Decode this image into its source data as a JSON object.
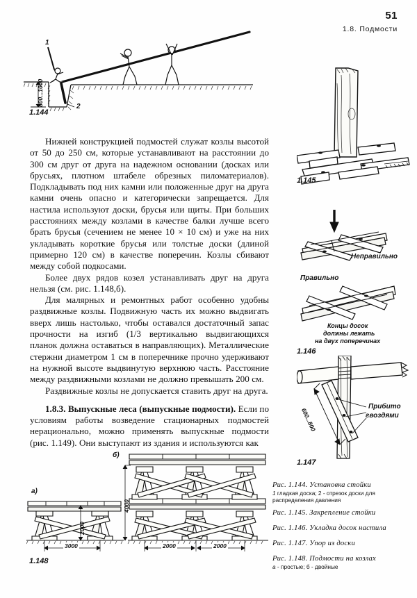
{
  "header": {
    "page_number": "51",
    "running_head": "1.8.  Подмости"
  },
  "body": {
    "paragraphs": [
      "Нижней конструкцией подмостей служат козлы высотой от 50 до 250 см, которые устанавливают на расстоянии до 300 см друг от друга на надежном основании (досках или брусьях, плотном штабеле обрезных пиломатериалов). Подкладывать под них камни или положенные друг на друга камни очень опасно и категорически запрещается. Для настила используют доски, брусья или щиты. При больших расстояниях между козлами в качестве балки лучше всего брать брусья (сечением не менее 10 × 10 см) и уже на них укладывать короткие брусья или толстые доски (длиной примерно 120 см) в качестве поперечин. Козлы сбивают между собой подкосами.",
      "Более двух рядов козел устанавливать друг на друга нельзя (см. рис. 1.148,б).",
      "Для малярных и ремонтных работ особенно удобны раздвижные козлы. Подвижную часть их можно выдвигать вверх лишь настолько, чтобы оставался достаточный запас прочности на изгиб (1/3 вертикально выдвигающихся планок должна оставаться в направляющих). Металлические стержни диаметром 1 см в поперечнике прочно удерживают на нужной высоте выдвинутую верхнюю часть. Расстояние между раздвижными козлами не должно превышать  200 см.",
      "Раздвижные козлы не допускается ставить друг на друга."
    ],
    "section": {
      "heading": "1.8.3. Выпускные леса (выпускные подмости).",
      "text": " Если по условиям работы возведение стационарных подмостей нерационально, можно применять выпускные подмости (рис. 1.149). Они выступают из здания и используются как"
    }
  },
  "figures": {
    "f1144": {
      "number": "1.144",
      "callout_1": "1",
      "callout_2": "2",
      "dimension": "800...1000"
    },
    "f1145": {
      "number": "1.145"
    },
    "f1146": {
      "number": "1.146",
      "label_wrong": "Неправильно",
      "label_right": "Правильно",
      "note_line1": "Концы досок",
      "note_line2": "должны лежать",
      "note_line3": "на двух поперечинах"
    },
    "f1147": {
      "number": "1.147",
      "dimension": "600...800",
      "note_line1": "Прибито",
      "note_line2": "гвоздями"
    },
    "f1148": {
      "number": "1.148",
      "label_a": "а)",
      "label_b": "б)",
      "dim_a_height": "2000",
      "dim_a_width": "3000",
      "dim_b_height": "4000",
      "dim_b_width_left": "2000",
      "dim_b_width_right": "2000"
    }
  },
  "captions": [
    {
      "title": "Рис. 1.144.  Установка стойки",
      "sub_a": "1",
      "sub_b": " гладкая доска; 2 - отрезок доски для распределения давления"
    },
    {
      "title": "Рис. 1.145.  Закрепление стойки",
      "sub_a": "",
      "sub_b": ""
    },
    {
      "title": "Рис. 1.146.  Укладка досок настила",
      "sub_a": "",
      "sub_b": ""
    },
    {
      "title": "Рис. 1.147.  Упор из доски",
      "sub_a": "",
      "sub_b": ""
    },
    {
      "title": "Рис. 1.148.  Подмости на козлах",
      "sub_a": "а",
      "sub_b": " - простые; б - двойные"
    }
  ]
}
